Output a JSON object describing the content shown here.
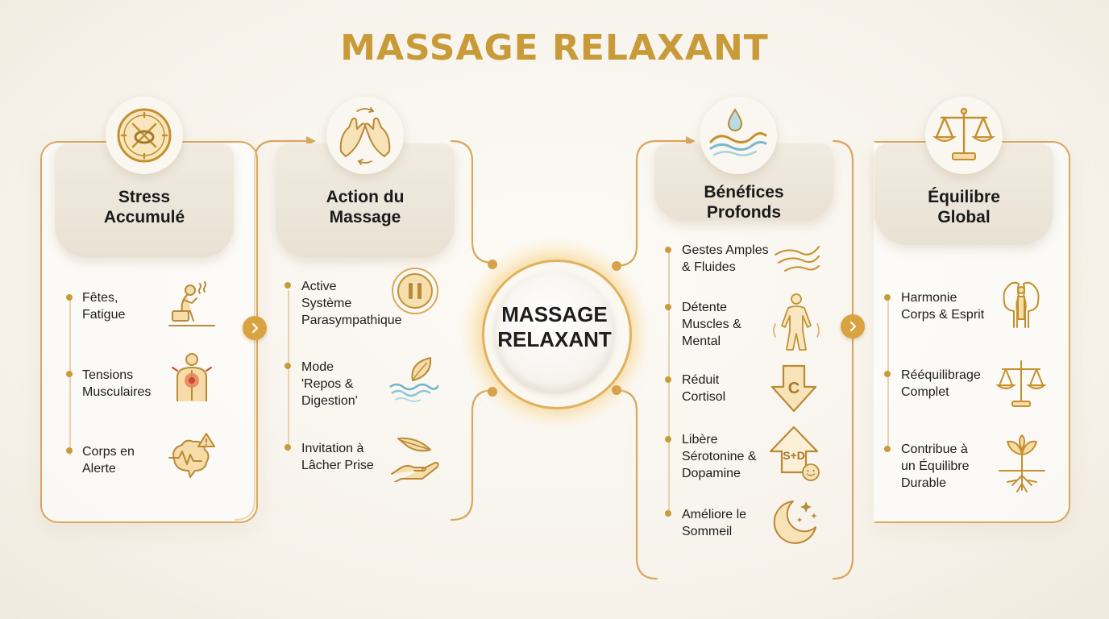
{
  "title": "MASSAGE RELAXANT",
  "center": {
    "label": "MASSAGE\nRELAXANT"
  },
  "colors": {
    "accent": "#c99a38",
    "line": "#d8a85c",
    "background": "#f8f5ef"
  },
  "columns": [
    {
      "heading": "Stress\nAccumulé",
      "header_icon": "clock-knot-icon",
      "items": [
        {
          "text": "Fêtes,\nFatigue",
          "icon": "tired-person-icon"
        },
        {
          "text": "Tensions\nMusculaires",
          "icon": "back-pain-icon"
        },
        {
          "text": "Corps en\nAlerte",
          "icon": "brain-alert-icon"
        }
      ]
    },
    {
      "heading": "Action du\nMassage",
      "header_icon": "massage-hands-icon",
      "items": [
        {
          "text": "Active\nSystème\nParasympathique",
          "icon": "pause-circle-icon"
        },
        {
          "text": "Mode\n'Repos &\nDigestion'",
          "icon": "leaf-water-icon"
        },
        {
          "text": "Invitation à\nLâcher Prise",
          "icon": "feather-hand-icon"
        }
      ]
    },
    {
      "heading": "Bénéfices\nProfonds",
      "header_icon": "water-drop-wave-icon",
      "items": [
        {
          "text": "Gestes Amples\n& Fluides",
          "icon": "flowing-lines-icon"
        },
        {
          "text": "Détente\nMuscles &\nMental",
          "icon": "relaxed-body-icon"
        },
        {
          "text": "Réduit\nCortisol",
          "icon": "down-arrow-c-icon",
          "badge": "C"
        },
        {
          "text": "Libère\nSérotonine &\nDopamine",
          "icon": "up-arrow-sd-icon",
          "badge": "S+D"
        },
        {
          "text": "Améliore le\nSommeil",
          "icon": "moon-stars-icon"
        }
      ]
    },
    {
      "heading": "Équilibre\nGlobal",
      "header_icon": "balance-scale-icon",
      "items": [
        {
          "text": "Harmonie\nCorps & Esprit",
          "icon": "two-heads-icon"
        },
        {
          "text": "Rééquilibrage\nComplet",
          "icon": "scale-icon"
        },
        {
          "text": "Contribue à\nun Équilibre\nDurable",
          "icon": "plant-roots-icon"
        }
      ]
    }
  ]
}
